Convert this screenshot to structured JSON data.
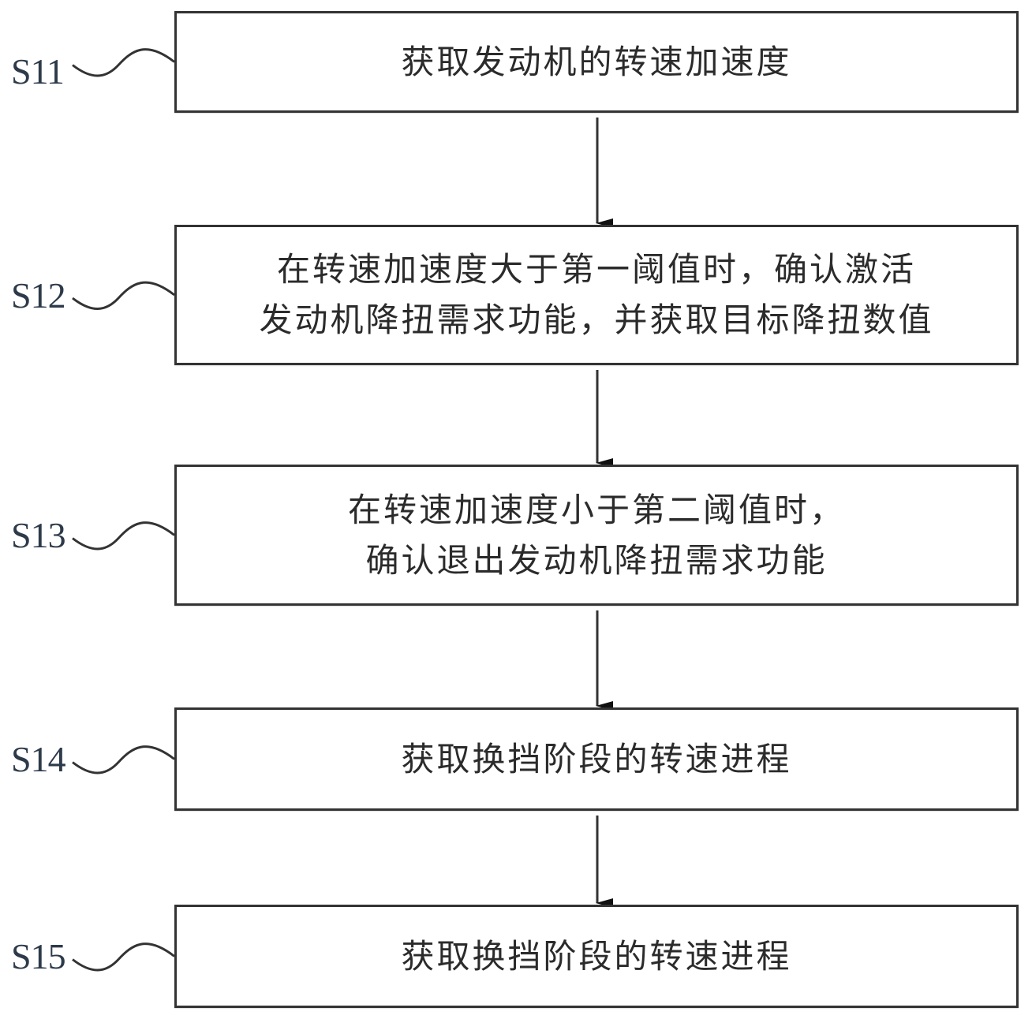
{
  "diagram": {
    "type": "flowchart",
    "direction": "top-to-bottom",
    "colors": {
      "line": "#333333",
      "text": "#2b2b2b",
      "label": "#2c3a4a",
      "background": "#ffffff"
    },
    "steps": [
      {
        "id": "S11",
        "label": "S11",
        "text": "获取发动机的转速加速度"
      },
      {
        "id": "S12",
        "label": "S12",
        "text": "在转速加速度大于第一阈值时，确认激活\n发动机降扭需求功能，并获取目标降扭数值"
      },
      {
        "id": "S13",
        "label": "S13",
        "text": "在转速加速度小于第二阈值时，\n确认退出发动机降扭需求功能"
      },
      {
        "id": "S14",
        "label": "S14",
        "text": "获取换挡阶段的转速进程"
      },
      {
        "id": "S15",
        "label": "S15",
        "text": "获取换挡阶段的转速进程"
      }
    ],
    "edges": [
      {
        "from": "S11",
        "to": "S12"
      },
      {
        "from": "S12",
        "to": "S13"
      },
      {
        "from": "S13",
        "to": "S14"
      },
      {
        "from": "S14",
        "to": "S15"
      }
    ]
  }
}
